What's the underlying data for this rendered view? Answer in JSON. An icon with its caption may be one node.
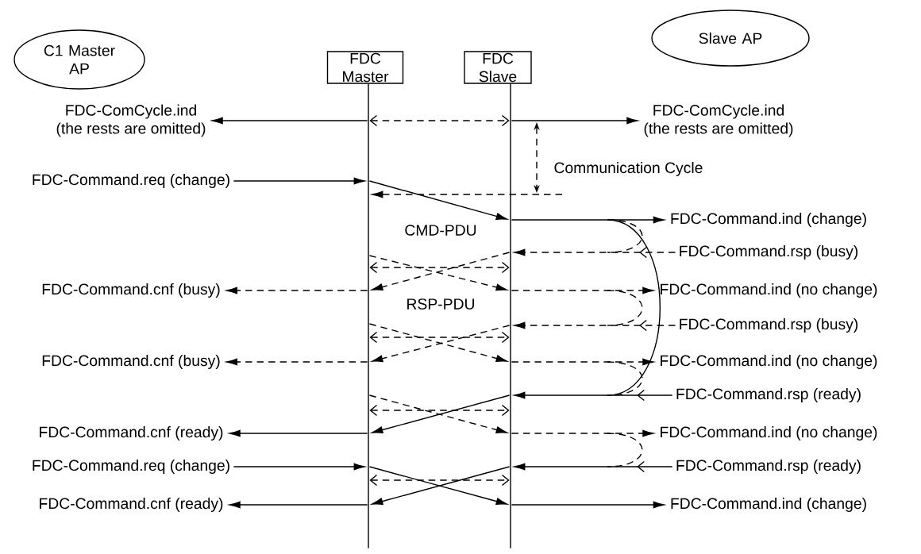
{
  "diagram": {
    "nodes": [
      {
        "text": [
          "C1 Master AP"
        ]
      },
      {
        "text": [
          "Slave AP"
        ]
      },
      {
        "text": [
          "FDC Master"
        ]
      },
      {
        "text": [
          "FDC Slave"
        ]
      },
      {
        "text": [
          "FDC-ComCycle.ind",
          "(the rests are omitted)"
        ]
      },
      {
        "text": [
          "FDC-ComCycle.ind",
          "(the rests are omitted)"
        ]
      },
      {
        "text": [
          "FDC-Command.req (change)"
        ]
      },
      {
        "text": [
          "FDC-Command.cnf (busy)"
        ]
      },
      {
        "text": [
          "FDC-Command.cnf (busy)"
        ]
      },
      {
        "text": [
          "FDC-Command.cnf (ready)"
        ]
      },
      {
        "text": [
          "FDC-Command.req (change)"
        ]
      },
      {
        "text": [
          "FDC-Command.cnf (ready)"
        ]
      },
      {
        "text": [
          "FDC-Command.ind (change)"
        ]
      },
      {
        "text": [
          "FDC-Command.rsp (busy)"
        ]
      },
      {
        "text": [
          "FDC-Command.ind (no change)"
        ]
      },
      {
        "text": [
          "FDC-Command.rsp (busy)"
        ]
      },
      {
        "text": [
          "FDC-Command.ind (no change)"
        ]
      },
      {
        "text": [
          "FDC-Command.rsp (ready)"
        ]
      },
      {
        "text": [
          "FDC-Command.ind (no change)"
        ]
      },
      {
        "text": [
          "FDC-Command.rsp (ready)"
        ]
      },
      {
        "text": [
          "FDC-Command.ind (change)"
        ]
      },
      {
        "text": [],
        "shape": "bar"
      },
      {
        "text": [],
        "shape": "bar"
      }
    ],
    "edges": [
      {
        "from": 21,
        "to": 4,
        "arrow": "to"
      },
      {
        "from": 22,
        "to": 5,
        "arrow": "to"
      },
      {
        "from": 21,
        "to": 22,
        "arrow": "both",
        "style": "dashed"
      },
      {
        "from": null,
        "to": 21,
        "arrow": "to",
        "style": "dashed"
      },
      {
        "from": 6,
        "to": 21,
        "arrow": "to"
      },
      {
        "from": 21,
        "to": 22,
        "arrow": "to"
      },
      {
        "from": 22,
        "to": 12,
        "arrow": "to"
      },
      {
        "from": 13,
        "to": 22,
        "arrow": "to",
        "style": "dashed"
      },
      {
        "from": 22,
        "to": 21,
        "arrow": "to",
        "style": "dashed"
      },
      {
        "from": 21,
        "to": 22,
        "arrow": "to",
        "style": "dashed"
      },
      {
        "from": 21,
        "to": 22,
        "arrow": "both",
        "style": "dashed"
      },
      {
        "from": 21,
        "to": 7,
        "arrow": "to",
        "style": "dashed"
      },
      {
        "from": 22,
        "to": 14,
        "arrow": "to",
        "style": "dashed"
      },
      {
        "from": 15,
        "to": 22,
        "arrow": "to",
        "style": "dashed"
      },
      {
        "from": 22,
        "to": 21,
        "arrow": "to",
        "style": "dashed"
      },
      {
        "from": 21,
        "to": 22,
        "arrow": "to",
        "style": "dashed"
      },
      {
        "from": 21,
        "to": 22,
        "arrow": "both",
        "style": "dashed"
      },
      {
        "from": 21,
        "to": 8,
        "arrow": "to",
        "style": "dashed"
      },
      {
        "from": 22,
        "to": 16,
        "arrow": "to",
        "style": "dashed"
      },
      {
        "from": 17,
        "to": 22,
        "arrow": "to"
      },
      {
        "from": 22,
        "to": 21,
        "arrow": "to"
      },
      {
        "from": 21,
        "to": 22,
        "arrow": "to",
        "style": "dashed"
      },
      {
        "from": 21,
        "to": 22,
        "arrow": "both",
        "style": "dashed"
      },
      {
        "from": 21,
        "to": 9,
        "arrow": "to"
      },
      {
        "from": 22,
        "to": 18,
        "arrow": "to",
        "style": "dashed"
      },
      {
        "from": 10,
        "to": 21,
        "arrow": "to"
      },
      {
        "from": 19,
        "to": 22,
        "arrow": "to"
      },
      {
        "from": 21,
        "to": 22,
        "arrow": "to"
      },
      {
        "from": 22,
        "to": 21,
        "arrow": "to"
      },
      {
        "from": 21,
        "to": 22,
        "arrow": "both",
        "style": "dashed"
      },
      {
        "from": 21,
        "to": 11,
        "arrow": "to"
      },
      {
        "from": 22,
        "to": 20,
        "arrow": "to"
      }
    ],
    "labels": [
      "Communication Cycle",
      "CMD-PDU",
      "RSP-PDU"
    ]
  }
}
